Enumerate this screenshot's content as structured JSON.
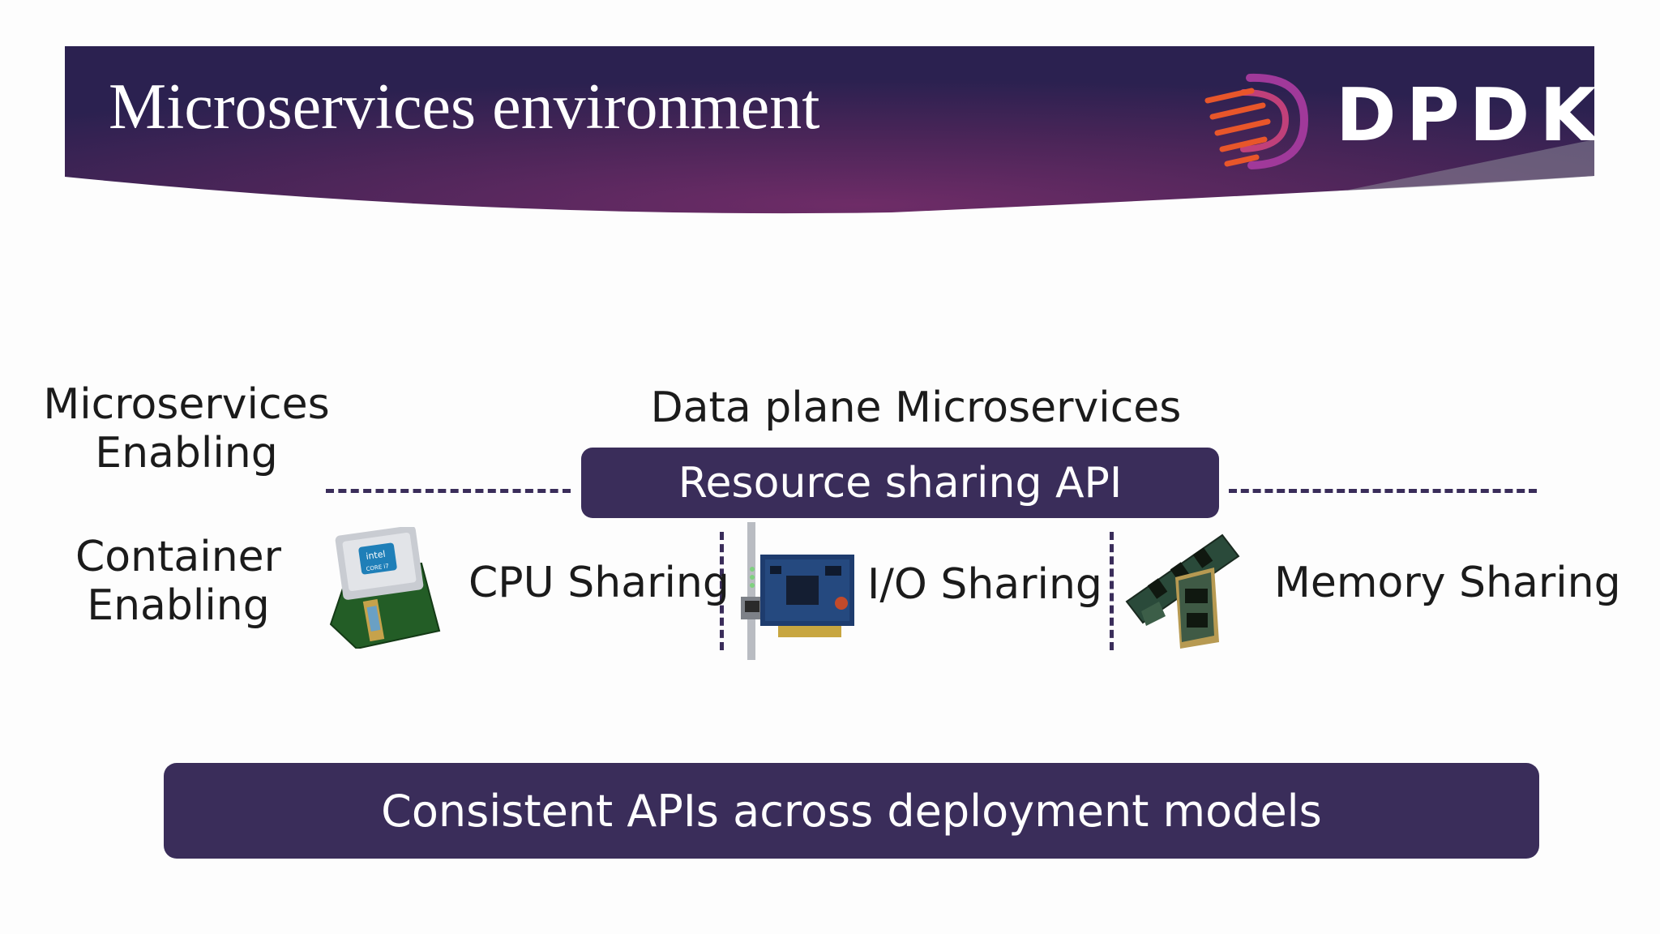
{
  "slide": {
    "title": "Microservices environment",
    "logo": {
      "text": "DPDK",
      "icon": "dpdk-swoosh-icon"
    },
    "left_labels": {
      "microservices_enabling": [
        "Microservices",
        "Enabling"
      ],
      "container_enabling": [
        "Container",
        "Enabling"
      ]
    },
    "data_plane_label": "Data plane Microservices",
    "resource_api_label": "Resource sharing API",
    "sharing": {
      "cpu": {
        "label": "CPU Sharing",
        "icon": "cpu-chip-icon",
        "chip_brand": "intel",
        "chip_sub": "CORE i7"
      },
      "io": {
        "label": "I/O Sharing",
        "icon": "network-card-icon"
      },
      "memory": {
        "label": "Memory Sharing",
        "icon": "memory-module-icon"
      }
    },
    "consistent_api_label": "Consistent APIs across deployment models",
    "colors": {
      "banner_dark": "#2b2150",
      "banner_mid": "#6e2c67",
      "pill": "#3a2d5a",
      "logo_orange": "#e8562a",
      "logo_purple": "#a0399a"
    }
  }
}
